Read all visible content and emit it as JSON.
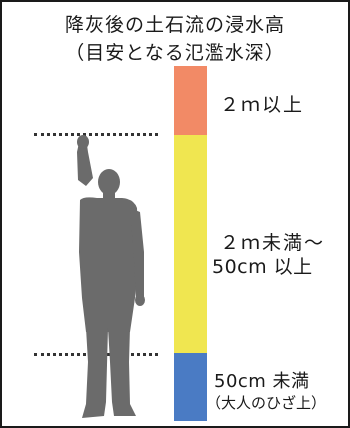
{
  "title": {
    "line1": "降灰後の土石流の浸水高",
    "line2": "（目安となる氾濫水深）"
  },
  "levels": [
    {
      "label": "２ｍ以上",
      "color": "#f28a66"
    },
    {
      "label_line1": "２ｍ未満〜",
      "label_line2": "50cm 以上",
      "color": "#f0e650"
    },
    {
      "label_line1": "50cm 未満",
      "label_line2": "（大人のひざ上）",
      "color": "#4a7bc4"
    }
  ],
  "figure": {
    "color": "#6b6b6b"
  }
}
